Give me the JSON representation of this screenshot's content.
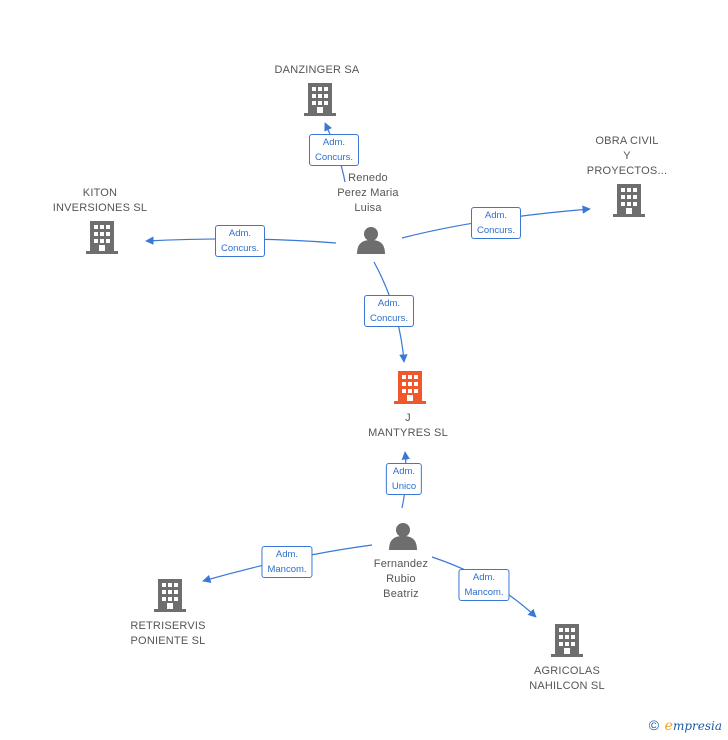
{
  "colors": {
    "edge": "#3a78d6",
    "building": "#6e6e6e",
    "focus_building": "#f0572a",
    "person": "#6e6e6e"
  },
  "nodes": {
    "danzinger": {
      "lines": [
        "DANZINGER SA"
      ],
      "icon": "building-icon"
    },
    "obra_civil": {
      "lines": [
        "OBRA CIVIL",
        "Y",
        "PROYECTOS..."
      ],
      "icon": "building-icon"
    },
    "kiton": {
      "lines": [
        "KITON",
        "INVERSIONES SL"
      ],
      "icon": "building-icon"
    },
    "renedo": {
      "lines": [
        "Renedo",
        "Perez Maria",
        "Luisa"
      ],
      "icon": "person-icon"
    },
    "j_mantyres": {
      "lines": [
        "J",
        "MANTYRES SL"
      ],
      "icon": "building-icon"
    },
    "fernandez": {
      "lines": [
        "Fernandez",
        "Rubio",
        "Beatriz"
      ],
      "icon": "person-icon"
    },
    "retriservis": {
      "lines": [
        "RETRISERVIS",
        "PONIENTE SL"
      ],
      "icon": "building-icon"
    },
    "agricolas": {
      "lines": [
        "AGRICOLAS",
        "NAHILCON SL"
      ],
      "icon": "building-icon"
    }
  },
  "edges": {
    "renedo_danzinger": [
      "Adm.",
      "Concurs."
    ],
    "renedo_kiton": [
      "Adm.",
      "Concurs."
    ],
    "renedo_obra": [
      "Adm.",
      "Concurs."
    ],
    "renedo_mantyres": [
      "Adm.",
      "Concurs."
    ],
    "fernandez_mantyres": [
      "Adm.",
      "Unico"
    ],
    "fernandez_retriservis": [
      "Adm.",
      "Mancom."
    ],
    "fernandez_agricolas": [
      "Adm.",
      "Mancom."
    ]
  },
  "footer": {
    "copyright": "©",
    "brand_initial": "e",
    "brand_rest": "mpresia"
  }
}
